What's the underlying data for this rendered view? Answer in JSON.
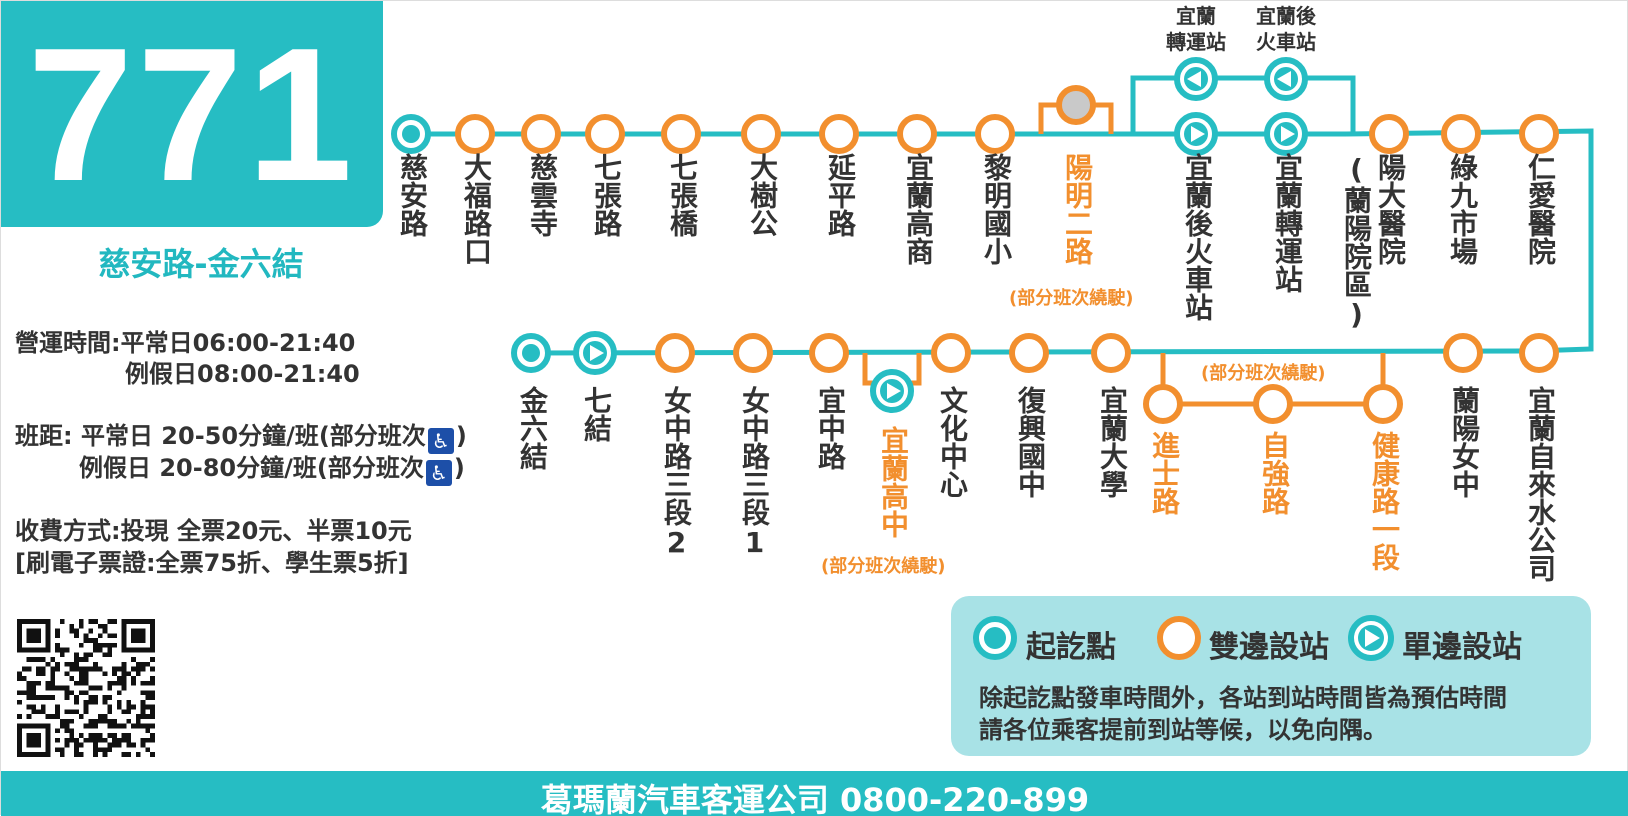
{
  "route": {
    "number": "771",
    "name": "慈安路-金六結"
  },
  "info": {
    "hours_1": "營運時間:平常日06:00-21:40",
    "hours_2": "例假日08:00-21:40",
    "headway_1a": "班距: 平常日 20-50分鐘/班(部分班次",
    "headway_2a": "例假日 20-80分鐘/班(部分班次",
    "headway_close": ")",
    "fare_1": "收費方式:投現 全票20元、半票10元",
    "fare_2": "[刷電子票證:全票75折、學生票5折]"
  },
  "icons": {
    "wheelchair": "wheelchair-icon",
    "qr": "qr-code-icon"
  },
  "colors": {
    "teal": "#26bdc3",
    "orange": "#f28f2e",
    "legend_bg": "#a8e2e6",
    "gray_stop": "#c9c9c9"
  },
  "stations_top": [
    {
      "id": "cian-rd",
      "name": "慈安路",
      "type": "terminal"
    },
    {
      "id": "dafu-rd-entrance",
      "name": "大福路口",
      "type": "both"
    },
    {
      "id": "ciyun-temple",
      "name": "慈雲寺",
      "type": "both"
    },
    {
      "id": "qizhang-rd",
      "name": "七張路",
      "type": "both"
    },
    {
      "id": "qizhang-bridge",
      "name": "七張橋",
      "type": "both"
    },
    {
      "id": "dashugong",
      "name": "大樹公",
      "type": "both"
    },
    {
      "id": "yanping-rd",
      "name": "延平路",
      "type": "both"
    },
    {
      "id": "yilan-commercial",
      "name": "宜蘭高商",
      "type": "both"
    },
    {
      "id": "liming-elementary",
      "name": "黎明國小",
      "type": "both"
    },
    {
      "id": "yangming-2nd-rd",
      "name": "陽明二路",
      "type": "partial"
    },
    {
      "id": "yilan-rear-station",
      "name": "宜蘭後火車站",
      "type": "single"
    },
    {
      "id": "yilan-transfer-station",
      "name": "宜蘭轉運站",
      "type": "single"
    },
    {
      "id": "yangda-hospital",
      "name": "陽大醫院",
      "sub": "(蘭陽院區)",
      "type": "both"
    },
    {
      "id": "lvjiu-market",
      "name": "綠九市場",
      "type": "both"
    },
    {
      "id": "renai-hospital",
      "name": "仁愛醫院",
      "type": "both"
    }
  ],
  "top_branch_labels": [
    {
      "id": "yilan-transfer-top",
      "name": "宜蘭轉運站"
    },
    {
      "id": "yilan-rear-top",
      "name": "宜蘭後火車站"
    }
  ],
  "top_branch_label_lines": [
    "宜蘭",
    "轉運站",
    "宜蘭後",
    "火車站"
  ],
  "stations_bottom": [
    {
      "id": "yilan-waterworks",
      "name": "宜蘭自來水公司",
      "type": "both"
    },
    {
      "id": "lanyang-girls",
      "name": "蘭陽女中",
      "type": "both"
    },
    {
      "id": "jiankang-rd-sec1",
      "name": "健康路一段",
      "type": "partial"
    },
    {
      "id": "ziqiang-rd",
      "name": "自強路",
      "type": "partial"
    },
    {
      "id": "jinshi-rd",
      "name": "進士路",
      "type": "partial"
    },
    {
      "id": "national-yilan-univ",
      "name": "宜蘭大學",
      "type": "both"
    },
    {
      "id": "fuxing-junior-high",
      "name": "復興國中",
      "type": "both"
    },
    {
      "id": "cultural-center",
      "name": "文化中心",
      "type": "both"
    },
    {
      "id": "yilan-senior-high",
      "name": "宜蘭高中",
      "type": "single-partial"
    },
    {
      "id": "yizhong-rd",
      "name": "宜中路",
      "type": "both"
    },
    {
      "id": "nuzhong-rd-sec3-1",
      "name": "女中路三段1",
      "type": "both"
    },
    {
      "id": "nuzhong-rd-sec3-2",
      "name": "女中路三段2",
      "type": "both"
    },
    {
      "id": "qijie",
      "name": "七結",
      "type": "single"
    },
    {
      "id": "jinliujie",
      "name": "金六結",
      "type": "terminal"
    }
  ],
  "notes": {
    "partial_detour": "(部分班次繞駛)"
  },
  "legend": {
    "terminal": "起訖點",
    "both_sides": "雙邊設站",
    "single_side": "單邊設站",
    "note_1": "除起訖點發車時間外，各站到站時間皆為預估時間",
    "note_2": "請各位乘客提前到站等候，以免向隅。"
  },
  "footer": {
    "company": "葛瑪蘭汽車客運公司 0800-220-899"
  }
}
